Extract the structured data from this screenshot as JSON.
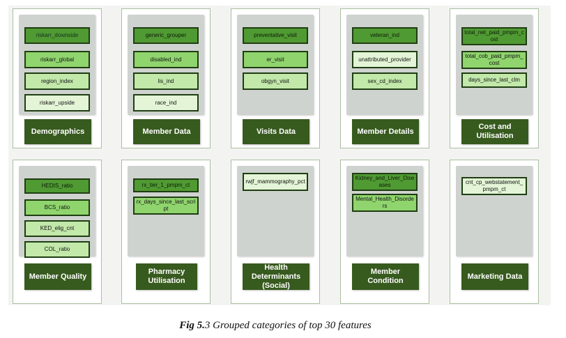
{
  "groups": [
    {
      "label": "Demographics",
      "features": [
        {
          "name": "riskarr_downside",
          "shade": "dark"
        },
        {
          "name": "riskarr_global",
          "shade": "mid"
        },
        {
          "name": "region_index",
          "shade": "light"
        },
        {
          "name": "riskarr_upside",
          "shade": "pale"
        }
      ]
    },
    {
      "label": "Member Data",
      "features": [
        {
          "name": "generic_grouper",
          "shade": "dark"
        },
        {
          "name": "disabled_ind",
          "shade": "mid"
        },
        {
          "name": "lis_ind",
          "shade": "light"
        },
        {
          "name": "race_ind",
          "shade": "pale"
        }
      ]
    },
    {
      "label": "Visits Data",
      "features": [
        {
          "name": "preventative_visit",
          "shade": "dark"
        },
        {
          "name": "er_visit",
          "shade": "mid"
        },
        {
          "name": "obgyn_visit",
          "shade": "light"
        }
      ]
    },
    {
      "label": "Member Details",
      "features": [
        {
          "name": "veteran_ind",
          "shade": "dark"
        },
        {
          "name": "unattributed_provider",
          "shade": "pale"
        },
        {
          "name": "sex_cd_index",
          "shade": "light"
        }
      ]
    },
    {
      "label": "Cost and Utilisation",
      "features": [
        {
          "name": "total_net_paid_pmpm_cost",
          "shade": "dark"
        },
        {
          "name": "total_cob_paid_pmpm_cost",
          "shade": "mid"
        },
        {
          "name": "days_since_last_clm",
          "shade": "light"
        }
      ]
    },
    {
      "label": "Member Quality",
      "features": [
        {
          "name": "HEDIS_ratio",
          "shade": "dark"
        },
        {
          "name": "BCS_ratio",
          "shade": "mid"
        },
        {
          "name": "KED_elig_cnt",
          "shade": "light"
        },
        {
          "name": "COL_ratio",
          "shade": "light"
        }
      ]
    },
    {
      "label": "Pharmacy Utilisation",
      "features": [
        {
          "name": "rx_tier_1_pmpm_ct",
          "shade": "dark"
        },
        {
          "name": "rx_days_since_last_script",
          "shade": "mid"
        }
      ]
    },
    {
      "label": "Health Determinants (Social)",
      "features": [
        {
          "name": "rwjf_mammography_pct",
          "shade": "pale"
        }
      ]
    },
    {
      "label": "Member Condition",
      "features": [
        {
          "name": "Kidney_and_Liver_Diseases",
          "shade": "dark"
        },
        {
          "name": "Mental_Health_Disorders",
          "shade": "mid"
        }
      ]
    },
    {
      "label": "Marketing Data",
      "features": [
        {
          "name": "cnt_cp_webstatement_pmpm_ct",
          "shade": "pale"
        }
      ]
    }
  ],
  "caption": {
    "prefix": "Fig 5.",
    "text": "3 Grouped categories of top 30 features"
  }
}
